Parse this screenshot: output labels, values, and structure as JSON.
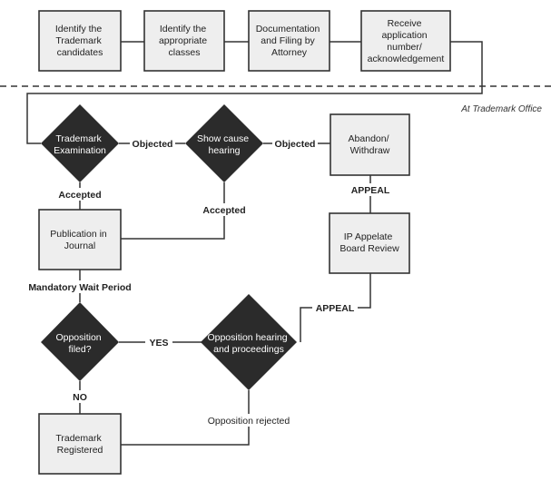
{
  "boxes": {
    "identify_candidates": [
      "Identify the",
      "Trademark",
      "candidates"
    ],
    "identify_classes": [
      "Identify the",
      "appropriate",
      "classes"
    ],
    "documentation": [
      "Documentation",
      "and Filing by",
      "Attorney"
    ],
    "receive_number": [
      "Receive",
      "application",
      "number/",
      "acknowledgement"
    ],
    "abandon": [
      "Abandon/",
      "Withdraw"
    ],
    "ip_board": [
      "IP Appelate",
      "Board Review"
    ],
    "publication": [
      "Publication in",
      "Journal"
    ],
    "registered": [
      "Trademark",
      "Registered"
    ]
  },
  "decisions": {
    "examination": [
      "Trademark",
      "Examination"
    ],
    "show_cause": [
      "Show cause",
      "hearing"
    ],
    "opposition_filed": [
      "Opposition",
      "filed?"
    ],
    "opposition_hearing": [
      "Opposition hearing",
      "and proceedings"
    ]
  },
  "labels": {
    "objected_1": "Objected",
    "objected_2": "Objected",
    "accepted_1": "Accepted",
    "accepted_2": "Accepted",
    "appeal_1": "APPEAL",
    "appeal_2": "APPEAL",
    "mandatory_wait": "Mandatory Wait Period",
    "yes": "YES",
    "no": "NO",
    "opposition_rejected": "Opposition rejected"
  },
  "office_label": "At Trademark Office"
}
